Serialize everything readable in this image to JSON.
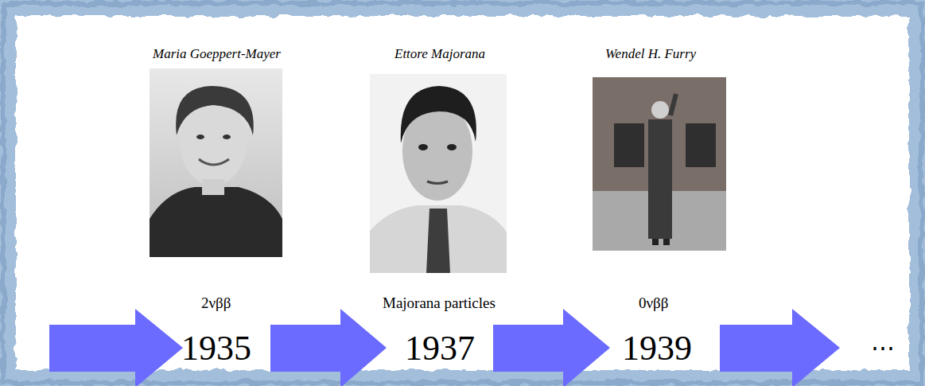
{
  "diagram": {
    "labels": [
      "Maria Goeppert-Mayer",
      "Ettore Majorana",
      "Wendel H. Furry",
      "2νββ",
      "Majorana particles",
      "0νββ",
      "1935",
      "1937",
      "1939",
      "⋯"
    ]
  }
}
